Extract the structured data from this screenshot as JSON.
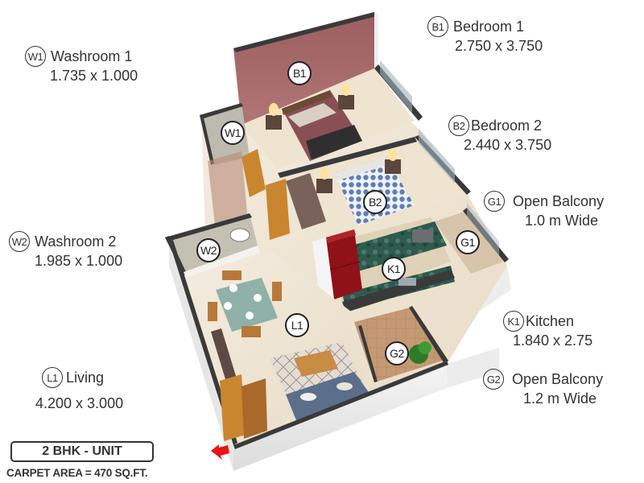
{
  "rooms": {
    "W1": {
      "code": "W1",
      "name": "Washroom 1",
      "dims": "1.735 x 1.000"
    },
    "B1": {
      "code": "B1",
      "name": "Bedroom 1",
      "dims": "2.750 x 3.750"
    },
    "B2": {
      "code": "B2",
      "name": "Bedroom 2",
      "dims": "2.440 x 3.750"
    },
    "G1": {
      "code": "G1",
      "name": "Open Balcony",
      "dims": "1.0 m Wide"
    },
    "W2": {
      "code": "W2",
      "name": "Washroom 2",
      "dims": "1.985 x 1.000"
    },
    "K1": {
      "code": "K1",
      "name": "Kitchen",
      "dims": "1.840 x 2.75"
    },
    "L1": {
      "code": "L1",
      "name": "Living",
      "dims": "4.200 x 3.000"
    },
    "G2": {
      "code": "G2",
      "name": "Open Balcony",
      "dims": "1.2 m Wide"
    }
  },
  "unit": {
    "type_label": "2 BHK - UNIT",
    "carpet_area": "CARPET AREA = 470 SQ.FT."
  },
  "colors": {
    "accent_wall": "#a86a6a",
    "wall_top": "#3a3a3a",
    "floor": "#efe6d6",
    "fridge": "#8e1218",
    "sofa": "#5b6e8a",
    "entry_arrow": "#e8141a"
  },
  "entry_marker": "entry-arrow"
}
